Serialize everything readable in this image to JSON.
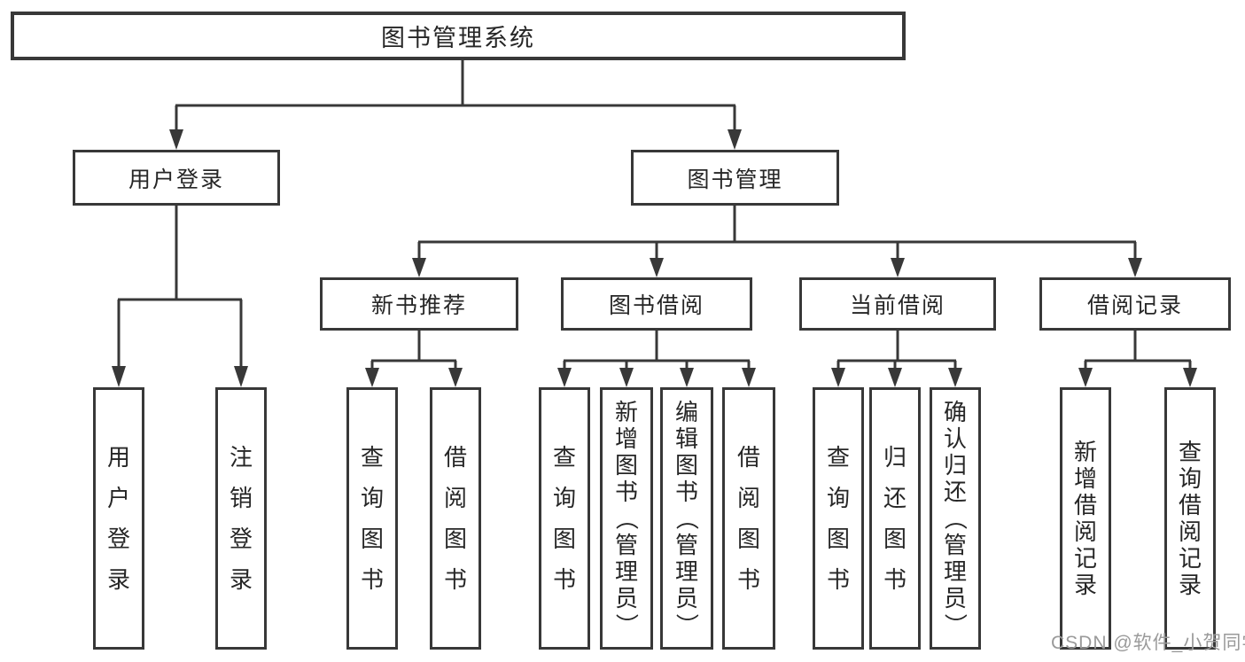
{
  "tree": {
    "root": "图书管理系统",
    "left": {
      "label": "用户登录",
      "children": [
        {
          "label": "用户登录"
        },
        {
          "label": "注销登录"
        }
      ]
    },
    "right": {
      "label": "图书管理",
      "groups": [
        {
          "label": "新书推荐",
          "children": [
            {
              "label": "查询图书"
            },
            {
              "label": "借阅图书"
            }
          ]
        },
        {
          "label": "图书借阅",
          "children": [
            {
              "label": "查询图书"
            },
            {
              "label": "新增图书（管理员）"
            },
            {
              "label": "编辑图书（管理员）"
            },
            {
              "label": "借阅图书"
            }
          ]
        },
        {
          "label": "当前借阅",
          "children": [
            {
              "label": "查询图书"
            },
            {
              "label": "归还图书"
            },
            {
              "label": "确认归还（管理员）"
            }
          ]
        },
        {
          "label": "借阅记录",
          "children": [
            {
              "label": "新增借阅记录"
            },
            {
              "label": "查询借阅记录"
            }
          ]
        }
      ]
    }
  },
  "watermark": "CSDN @软件_小贺同学",
  "colors": {
    "line": "#383838",
    "box_border": "#383838",
    "text": "#262626",
    "watermark": "#9a9a9a",
    "background": "#ffffff"
  }
}
